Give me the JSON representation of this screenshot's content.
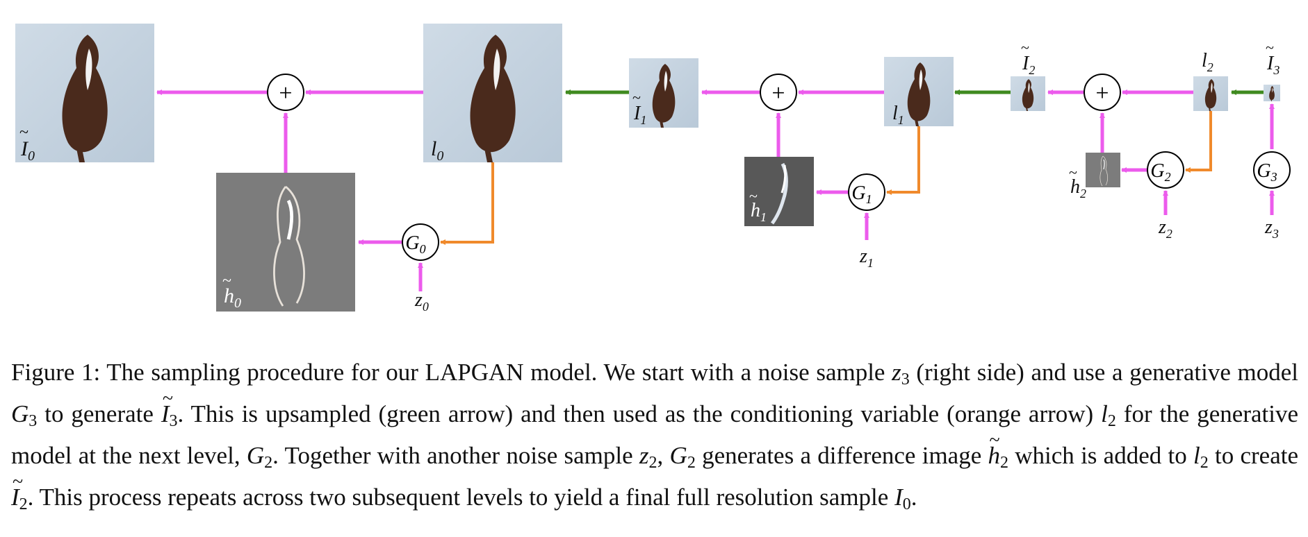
{
  "colors": {
    "pink": "#ec5bec",
    "green": "#3f8a1f",
    "orange": "#f08a2c",
    "node_stroke": "#000000"
  },
  "labels": {
    "I0": "I",
    "I0_sub": "0",
    "l0": "l",
    "l0_sub": "0",
    "h0": "h",
    "h0_sub": "0",
    "G0": "G",
    "G0_sub": "0",
    "z0": "z",
    "z0_sub": "0",
    "I1": "I",
    "I1_sub": "1",
    "l1": "l",
    "l1_sub": "1",
    "h1": "h",
    "h1_sub": "1",
    "G1": "G",
    "G1_sub": "1",
    "z1": "z",
    "z1_sub": "1",
    "I2": "I",
    "I2_sub": "2",
    "l2": "l",
    "l2_sub": "2",
    "h2": "h",
    "h2_sub": "2",
    "G2": "G",
    "G2_sub": "2",
    "z2": "z",
    "z2_sub": "2",
    "I3": "I",
    "I3_sub": "3",
    "G3": "G",
    "G3_sub": "3",
    "z3": "z",
    "z3_sub": "3",
    "plus": "+"
  },
  "caption": {
    "figure_label": "Figure 1:",
    "t1": " The sampling procedure for our LAPGAN model. We start with a noise sample ",
    "z3": "z",
    "z3_sub": "3",
    "t2": " (right side) and use a generative model ",
    "G3": "G",
    "G3_sub": "3",
    "t3": " to generate ",
    "I3": "I",
    "I3_sub": "3",
    "t4": ". This is upsampled (green arrow) and then used as the conditioning variable (orange arrow) ",
    "l2": "l",
    "l2_sub": "2",
    "t5": " for the generative model at the next level, ",
    "G2": "G",
    "G2_sub": "2",
    "t6": ". Together with another noise sample ",
    "z2": "z",
    "z2_sub": "2",
    "t7": ", ",
    "G2b": "G",
    "G2b_sub": "2",
    "t8": " generates a difference image ",
    "h2": "h",
    "h2_sub": "2",
    "t9": " which is added to ",
    "l2b": "l",
    "l2b_sub": "2",
    "t10": " to create ",
    "I2": "I",
    "I2_sub": "2",
    "t11": ". This process repeats across two subsequent levels to yield a final full resolution sample ",
    "I0": "I",
    "I0_sub": "0",
    "t12": "."
  }
}
